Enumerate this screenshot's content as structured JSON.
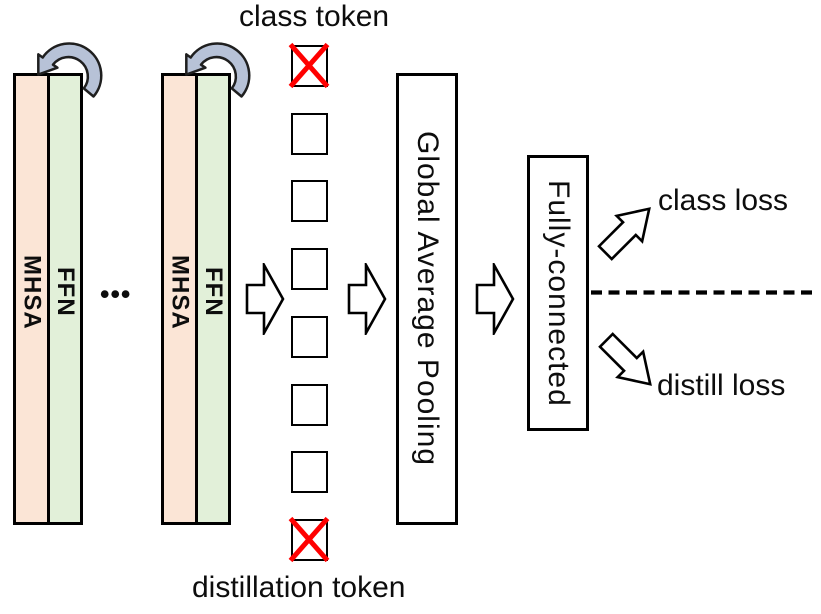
{
  "labels": {
    "class_token": "class token",
    "distillation_token": "distillation token",
    "mhsa": "MHSA",
    "ffn": "FFN",
    "ellipsis": "•••",
    "gap": "Global Average Pooling",
    "fc": "Fully-connected",
    "class_loss": "class loss",
    "distill_loss": "distill loss"
  },
  "tokens": {
    "sequence": [
      "cross",
      "plain",
      "plain",
      "plain",
      "plain",
      "plain",
      "plain",
      "cross"
    ],
    "count": 8
  },
  "colors": {
    "mhsa_fill": "#fbe5d6",
    "ffn_fill": "#e2f0d9",
    "loop_arrow_fill": "#b7c2d7",
    "cross_stroke": "#ff0000",
    "outline": "#000000",
    "arrow_fill": "#ffffff"
  }
}
